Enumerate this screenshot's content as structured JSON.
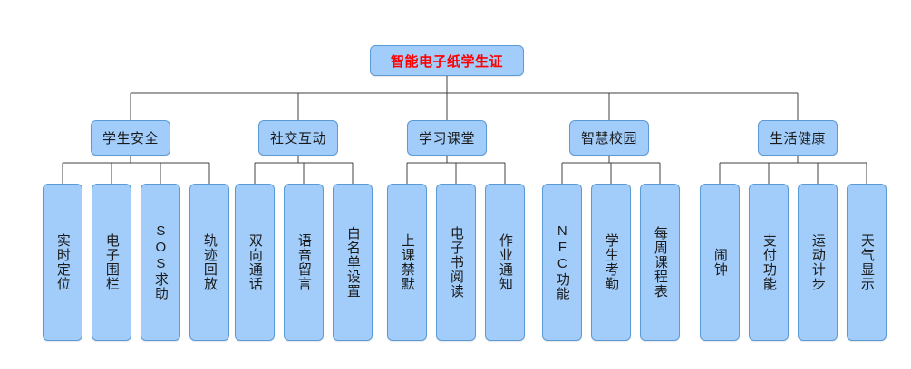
{
  "diagram": {
    "type": "org-chart",
    "title": "智能电子纸学生证",
    "colors": {
      "node_fill": "#a2cdfa",
      "node_border": "#5b9bd5",
      "root_text": "#ff0000",
      "node_text": "#1a1a1a",
      "connector": "#404040",
      "background": "#ffffff"
    },
    "root": {
      "label": "智能电子纸学生证"
    },
    "branches": [
      {
        "label": "学生安全",
        "leaves": [
          {
            "label": "实时定位"
          },
          {
            "label": "电子围栏"
          },
          {
            "label": "SOS求助"
          },
          {
            "label": "轨迹回放"
          }
        ]
      },
      {
        "label": "社交互动",
        "leaves": [
          {
            "label": "双向通话"
          },
          {
            "label": "语音留言"
          },
          {
            "label": "白名单设置"
          }
        ]
      },
      {
        "label": "学习课堂",
        "leaves": [
          {
            "label": "上课禁默"
          },
          {
            "label": "电子书阅读"
          },
          {
            "label": "作业通知"
          }
        ]
      },
      {
        "label": "智慧校园",
        "leaves": [
          {
            "label": "NFC功能"
          },
          {
            "label": "学生考勤"
          },
          {
            "label": "每周课程表"
          }
        ]
      },
      {
        "label": "生活健康",
        "leaves": [
          {
            "label": "闹钟"
          },
          {
            "label": "支付功能"
          },
          {
            "label": "运动计步"
          },
          {
            "label": "天气显示"
          }
        ]
      }
    ]
  }
}
